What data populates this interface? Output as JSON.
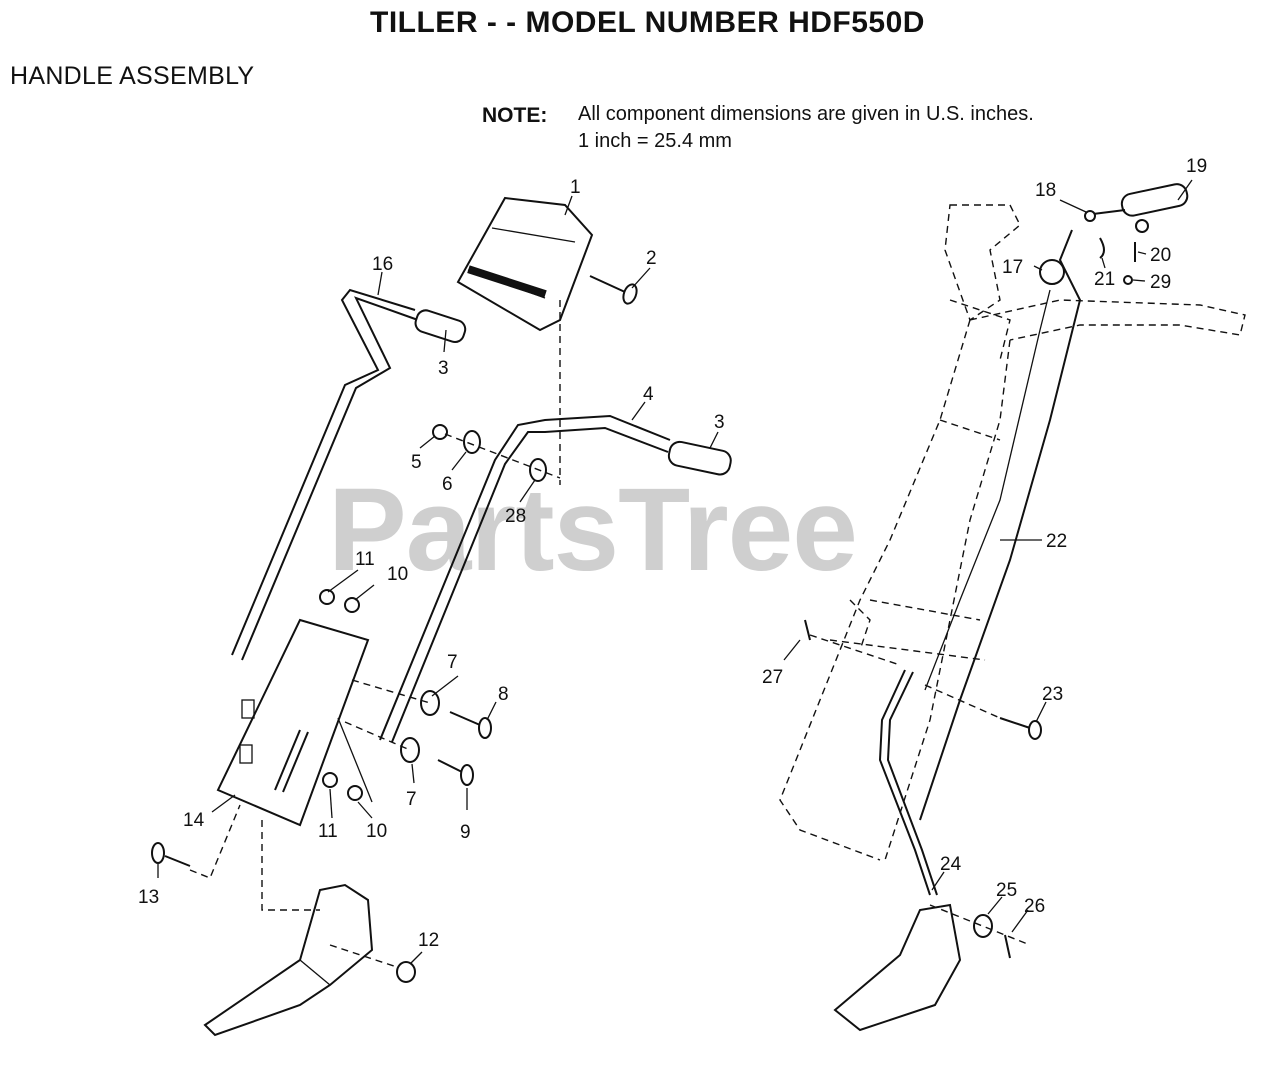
{
  "header": {
    "title": "TILLER - - MODEL NUMBER HDF550D",
    "subtitle": "HANDLE ASSEMBLY"
  },
  "note": {
    "label": "NOTE:",
    "line1": "All component dimensions are given in U.S. inches.",
    "line2": "1 inch = 25.4 mm"
  },
  "watermark": "PartsTree",
  "callouts": [
    "1",
    "2",
    "3",
    "16",
    "3",
    "4",
    "5",
    "6",
    "28",
    "11",
    "10",
    "7",
    "8",
    "7",
    "9",
    "14",
    "11",
    "10",
    "13",
    "12",
    "19",
    "18",
    "17",
    "20",
    "21",
    "29",
    "22",
    "27",
    "23",
    "24",
    "25",
    "26"
  ]
}
